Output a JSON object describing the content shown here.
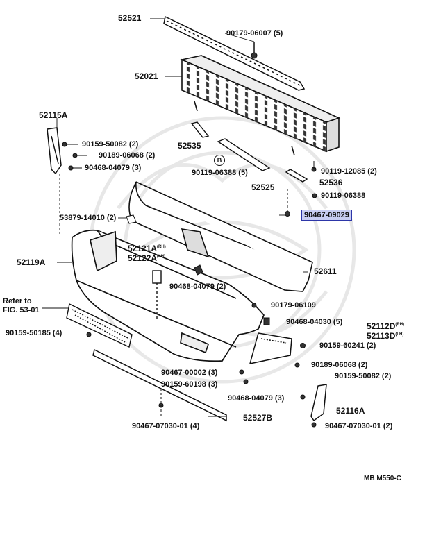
{
  "diagram": {
    "sheet_code": "MB M550-C",
    "highlight_color": "#c8cdf2",
    "labels": {
      "p52521": "52521",
      "p90179_06007": "90179-06007",
      "p90179_06007_qty": "(5)",
      "p52021": "52021",
      "p52115A": "52115A",
      "p90159_50082_a": "90159-50082",
      "p90159_50082_a_qty": "(2)",
      "p90189_06068_a": "90189-06068",
      "p90189_06068_a_qty": "(2)",
      "p90468_04079_a": "90468-04079",
      "p90468_04079_a_qty": "(3)",
      "p52535": "52535",
      "p90119_06388_a": "90119-06388",
      "p90119_06388_a_qty": "(5)",
      "p90119_06388_marker": "B",
      "p52525": "52525",
      "p90119_12085": "90119-12085",
      "p90119_12085_qty": "(2)",
      "p52536": "52536",
      "p90119_06388_b": "90119-06388",
      "p90467_09029": "90467-09029",
      "p53879_14010": "53879-14010",
      "p53879_14010_qty": "(2)",
      "p52121A": "52121A",
      "p52121A_side": "(RH)",
      "p52122A": "52122A",
      "p52122A_side": "(LH)",
      "p52119A": "52119A",
      "p52611": "52611",
      "p90468_04079_b": "90468-04079",
      "p90468_04079_b_qty": "(2)",
      "refer_line1": "Refer to",
      "refer_line2": "FIG. 53-01",
      "p90179_06109": "90179-06109",
      "p90468_04030": "90468-04030",
      "p90468_04030_qty": "(5)",
      "p52112D": "52112D",
      "p52112D_side": "(RH)",
      "p52113D": "52113D",
      "p52113D_side": "(LH)",
      "p90159_50185": "90159-50185",
      "p90159_50185_qty": "(4)",
      "p90159_60241": "90159-60241",
      "p90159_60241_qty": "(2)",
      "p90189_06068_b": "90189-06068",
      "p90189_06068_b_qty": "(2)",
      "p90159_50082_b": "90159-50082",
      "p90159_50082_b_qty": "(2)",
      "p90467_00002": "90467-00002",
      "p90467_00002_qty": "(3)",
      "p90159_60198": "90159-60198",
      "p90159_60198_qty": "(3)",
      "p90468_04079_c": "90468-04079",
      "p90468_04079_c_qty": "(3)",
      "p52116A": "52116A",
      "p52527B": "52527B",
      "p90467_07030_a": "90467-07030-01",
      "p90467_07030_a_qty": "(4)",
      "p90467_07030_b": "90467-07030-01",
      "p90467_07030_b_qty": "(2)"
    }
  }
}
